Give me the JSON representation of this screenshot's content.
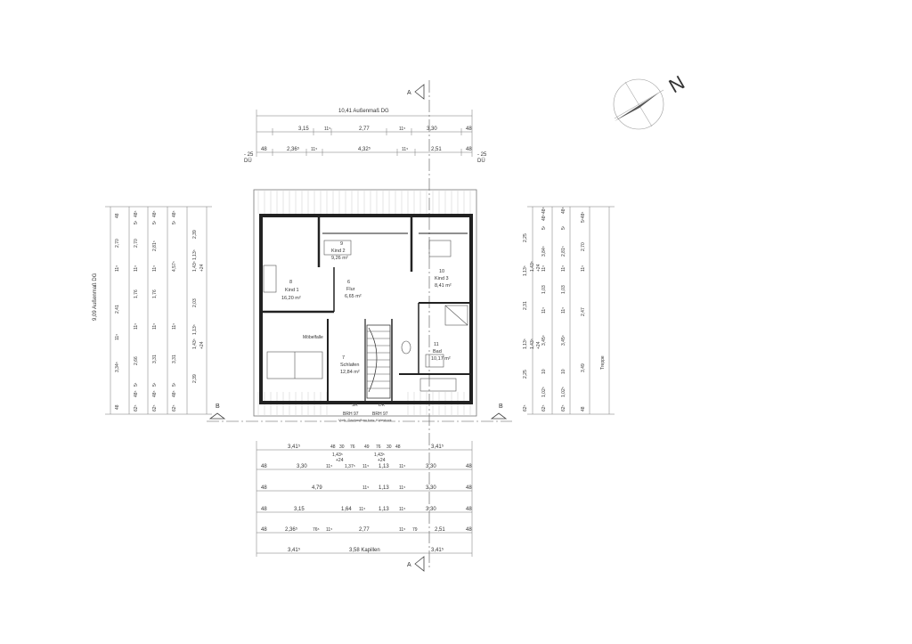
{
  "section_markers": {
    "a": "A",
    "b": "B"
  },
  "north": {
    "label": "N"
  },
  "top_dims": {
    "overall": "10,41 Außenmaß DG",
    "row1": [
      "3,15",
      "11⁵",
      "2,77",
      "11⁵",
      "3,30",
      "48"
    ],
    "row2": [
      "48",
      "2,36⁵",
      "11⁵",
      "4,32⁵",
      "11⁵",
      "2,51",
      "48"
    ],
    "side_left": [
      "- 25",
      "DÜ"
    ],
    "side_right": [
      "- 25",
      "DÜ"
    ]
  },
  "left_dims": {
    "overall": "9,09 Außenmaß DG",
    "col1": [
      "48",
      "3,34⁵",
      "11⁵",
      "2,41",
      "11⁵",
      "2,70",
      "48"
    ],
    "col2": [
      "62⁵",
      "48⁵",
      "5¹",
      "2,66",
      "11⁵",
      "1,76",
      "11⁵",
      "2,70",
      "5¹",
      "48⁵"
    ],
    "col3": [
      "62⁵",
      "48⁵",
      "5¹",
      "3,31",
      "11⁵",
      "1,76",
      "11⁵",
      "2,81⁵",
      "5¹",
      "48⁵"
    ],
    "col4": [
      "62⁵",
      "48⁵",
      "5¹",
      "3,31",
      "11⁵",
      "4,57⁵",
      "5¹",
      "48⁵"
    ],
    "col5": [
      "2,39",
      "1,43⁵",
      "1,13⁵",
      "+24",
      "2,03",
      "1,43⁵",
      "1,13⁵",
      "+24",
      "2,39"
    ]
  },
  "right_dims": {
    "col1": [
      "62⁵",
      "2,25",
      "1,13⁵",
      "1,43⁵",
      "+24",
      "2,31",
      "1,13⁵",
      "1,43⁵",
      "+24",
      "2,25",
      "48⁵"
    ],
    "col2": [
      "62⁵",
      "1,02⁵",
      "10",
      "3,45⁵",
      "11⁵",
      "1,03",
      "11⁵",
      "3,84⁵",
      "5¹",
      "48⁵"
    ],
    "col3": [
      "62⁵",
      "1,02⁵",
      "10",
      "3,45⁵",
      "11⁵",
      "1,03",
      "11⁵",
      "2,81⁵",
      "5¹",
      "48⁵"
    ],
    "col4": [
      "48",
      "3,49",
      "2,47",
      "11⁵",
      "2,70",
      "5⁵48⁵"
    ],
    "treppe": "Treppe"
  },
  "bottom_dims": {
    "row1": [
      "3,41⁵",
      "48",
      "30",
      "76",
      "49",
      "76",
      "30",
      "48",
      "3,41⁵"
    ],
    "row1_sub": [
      "1,43⁵",
      "+24",
      "1,43⁵",
      "+24"
    ],
    "row2": [
      "48",
      "3,30",
      "11⁵",
      "1,37⁵",
      "11⁵",
      "1,13",
      "11⁵",
      "3,30",
      "48"
    ],
    "row3": [
      "48",
      "4,79",
      "11⁵",
      "1,13",
      "11⁵",
      "3,30",
      "48"
    ],
    "row4": [
      "48",
      "3,15",
      "1,64",
      "11⁵",
      "1,13",
      "11⁵",
      "3,30",
      "48"
    ],
    "row5": [
      "48",
      "2,36⁵",
      "76⁵",
      "11⁵",
      "2,77",
      "11⁵",
      "79",
      "2,51",
      "48"
    ],
    "row6": [
      "3,41⁵",
      "3,58 Kapillen",
      "3,41⁵"
    ]
  },
  "rooms": {
    "kind1": {
      "num": "8",
      "name": "Kind 1",
      "area": "16,20 m²"
    },
    "kind2": {
      "num": "9",
      "name": "Kind 2",
      "area": "9,26 m²"
    },
    "kind3": {
      "num": "10",
      "name": "Kind 3",
      "area": "8,41 m²"
    },
    "flur": {
      "num": "6",
      "name": "Flur",
      "area": "6,65 m²"
    },
    "schlafen": {
      "num": "7",
      "name": "Schlafen",
      "area": "12,84 m²"
    },
    "bad": {
      "num": "11",
      "name": "Bad",
      "area": "10,17 m²"
    }
  },
  "plan_labels": {
    "brh97": "BRH 97",
    "brh97b": "BRH 97",
    "sk": "SK",
    "dk": "DK",
    "bottom_note": "Vorh. Dachaufbau bzw. Kniestock",
    "mobelfalle": "Möbelfalle"
  }
}
